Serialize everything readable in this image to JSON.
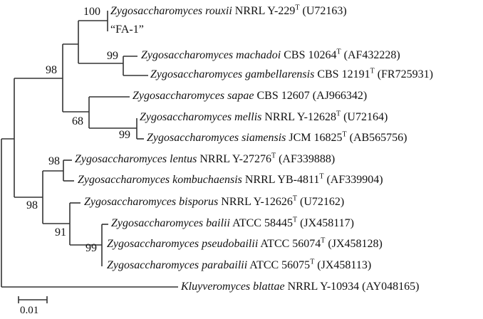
{
  "leaves": [
    {
      "species": "Zygosaccharomyces rouxii",
      "strain": "NRRL Y-229",
      "type": "T",
      "acc": "(U72163)"
    },
    {
      "species": "",
      "strain": "“FA-1”",
      "type": "",
      "acc": ""
    },
    {
      "species": "Zygosaccharomyces machadoi",
      "strain": "CBS 10264",
      "type": "T",
      "acc": "(AF432228)"
    },
    {
      "species": "Zygosaccharomyces gambellarensis",
      "strain": "CBS 12191",
      "type": "T",
      "acc": "(FR725931)"
    },
    {
      "species": "Zygosaccharomyces sapae",
      "strain": "CBS 12607",
      "type": "",
      "acc": "(AJ966342)"
    },
    {
      "species": "Zygosaccharomyces mellis",
      "strain": "NRRL Y-12628",
      "type": "T",
      "acc": "(U72164)"
    },
    {
      "species": "Zygosaccharomyces siamensis",
      "strain": "JCM 16825",
      "type": "T",
      "acc": "(AB565756)"
    },
    {
      "species": "Zygosaccharomyces lentus",
      "strain": "NRRL Y-27276",
      "type": "T",
      "acc": "(AF339888)"
    },
    {
      "species": "Zygosaccharomyces kombuchaensis",
      "strain": "NRRL YB-4811",
      "type": "T",
      "acc": "(AF339904)"
    },
    {
      "species": "Zygosaccharomyces bisporus",
      "strain": "NRRL Y-12626",
      "type": "T",
      "acc": "(U72162)"
    },
    {
      "species": "Zygosaccharomyces bailii",
      "strain": "ATCC 58445",
      "type": "T",
      "acc": "(JX458117)"
    },
    {
      "species": "Zygosaccharomyces pseudobailii",
      "strain": "ATCC 56074",
      "type": "T",
      "acc": "(JX458128)"
    },
    {
      "species": "Zygosaccharomyces parabailii",
      "strain": "ATCC 56075",
      "type": "T",
      "acc": "(JX458113)"
    },
    {
      "species": "Kluyveromyces blattae",
      "strain": "NRRL Y-10934",
      "type": "",
      "acc": "(AY048165)"
    }
  ],
  "bootstrap": [
    "100",
    "99",
    "98",
    "68",
    "99",
    "98",
    "98",
    "91",
    "99"
  ],
  "scale_label": "0.01"
}
